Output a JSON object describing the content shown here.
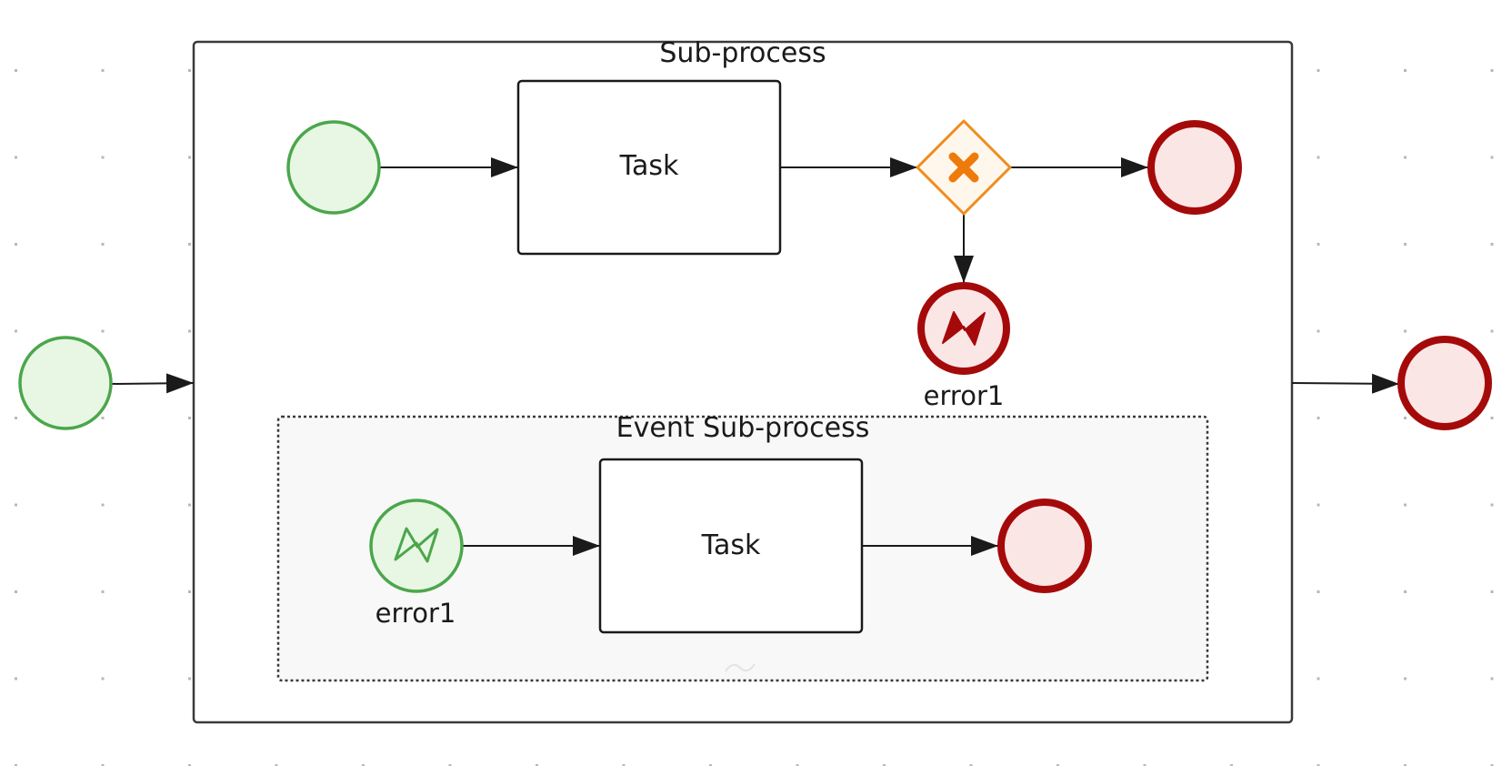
{
  "diagram": {
    "subprocess": {
      "label": "Sub-process"
    },
    "event_subprocess": {
      "label": "Event Sub-process"
    },
    "tasks": [
      {
        "label": "Task"
      },
      {
        "label": "Task"
      }
    ],
    "error_end_event": {
      "label": "error1"
    },
    "error_start_event": {
      "label": "error1"
    }
  },
  "colors": {
    "start_stroke": "#4ca64c",
    "start_fill": "#e7f7e3",
    "end_stroke": "#a50a0a",
    "end_fill": "#fbe6e6",
    "gateway_stroke": "#ee8c1e",
    "gateway_fill": "#fff7ec",
    "gateway_mark": "#ee7a0a",
    "event_subprocess_fill": "#f8f8f8",
    "line": "#1a1a1a",
    "grid_dot": "#b8b8b8"
  },
  "icons": {
    "gateway_marker": "x-mark-icon",
    "error_symbol": "lightning-icon"
  }
}
